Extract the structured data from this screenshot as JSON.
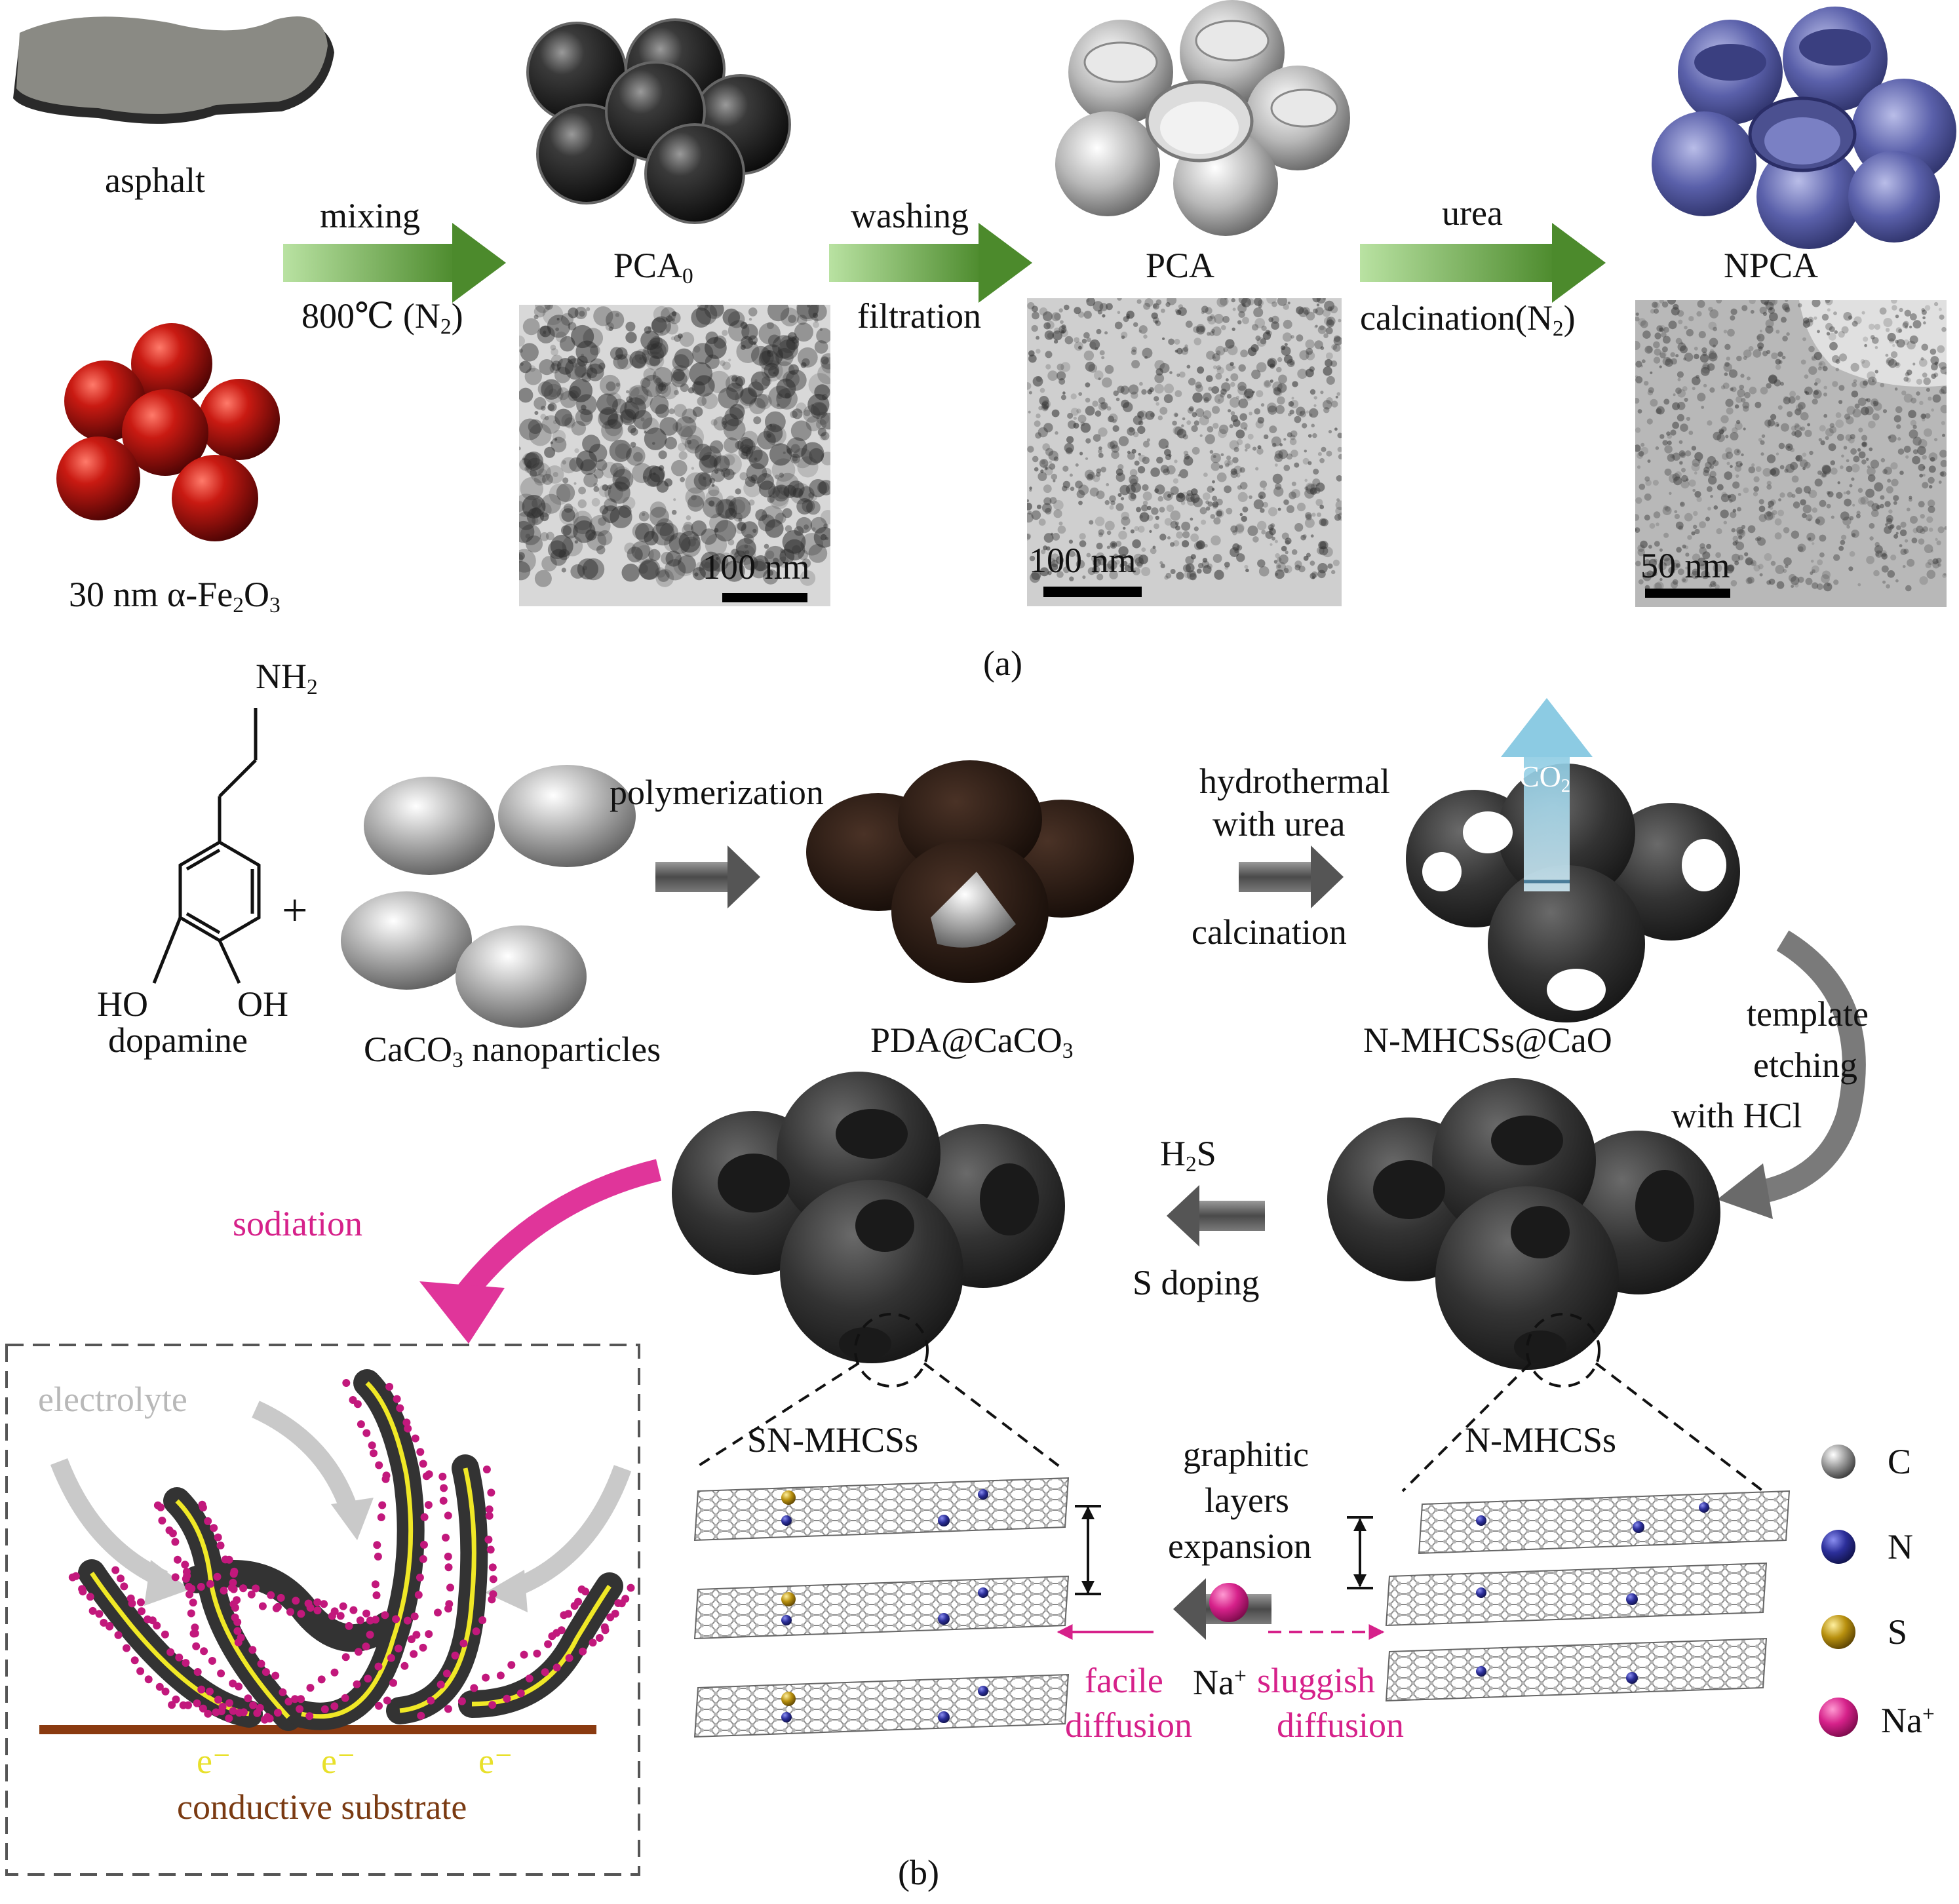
{
  "panel_a": {
    "asphalt": "asphalt",
    "fe2o3_prefix": "30 nm α-Fe",
    "fe2o3_sub1": "2",
    "fe2o3_mid": "O",
    "fe2o3_sub2": "3",
    "step1_top": "mixing",
    "step1_bottom_prefix": "800℃ (N",
    "step1_bottom_sub": "2",
    "step1_bottom_suffix": ")",
    "pca0_main": "PCA",
    "pca0_sub": "0",
    "step2_top": "washing",
    "step2_bottom": "filtration",
    "pca": "PCA",
    "step3_top": "urea",
    "step3_bottom_prefix": "calcination(N",
    "step3_bottom_sub": "2",
    "step3_bottom_suffix": ")",
    "npca": "NPCA",
    "scale1": "100 nm",
    "scale2": "100 nm",
    "scale3": "50 nm",
    "caption": "(a)"
  },
  "panel_b": {
    "nh2_main": "NH",
    "nh2_sub": "2",
    "ho": "HO",
    "oh": "OH",
    "dopamine": "dopamine",
    "plus": "+",
    "caco3_prefix": "CaCO",
    "caco3_sub": "3",
    "caco3_suffix": " nanoparticles",
    "polymerization": "polymerization",
    "pda_prefix": "PDA@CaCO",
    "pda_sub": "3",
    "hydrothermal": "hydrothermal",
    "with_urea": "with urea",
    "calcination": "calcination",
    "co2_main": "CO",
    "co2_sub": "2",
    "nmhcs_cao": "N-MHCSs@CaO",
    "template": "template",
    "etching": "etching",
    "with_hcl": "with HCl",
    "h2s_main": "H",
    "h2s_sub": "2",
    "h2s_suffix": "S",
    "s_doping": "S doping",
    "sodiation": "sodiation",
    "electrolyte": "electrolyte",
    "e_minus": "e⁻",
    "conductive_substrate": "conductive substrate",
    "sn_mhcss": "SN-MHCSs",
    "n_mhcss": "N-MHCSs",
    "graphitic": "graphitic",
    "layers": "layers",
    "expansion": "expansion",
    "facile": "facile",
    "facile_diffusion": "diffusion",
    "na_main": "Na",
    "na_sup": "+",
    "sluggish": "sluggish",
    "sluggish_diffusion": "diffusion",
    "legend": [
      {
        "label": "C",
        "color": "#8c8c8c"
      },
      {
        "label": "N",
        "color": "#2c2f9a"
      },
      {
        "label": "S",
        "color": "#b8900e"
      },
      {
        "label": "Na",
        "sup": "+",
        "color": "#d6218a"
      }
    ],
    "caption": "(b)"
  },
  "colors": {
    "green_arrow": "#5f9b3c",
    "red_sphere": "#b01010",
    "dark_sphere": "#2a2a2a",
    "silver_sphere": "#b0b0b0",
    "purple_sphere": "#4a4f9a",
    "pink": "#d6218a",
    "co2_arrow": "#9fd6ea"
  }
}
